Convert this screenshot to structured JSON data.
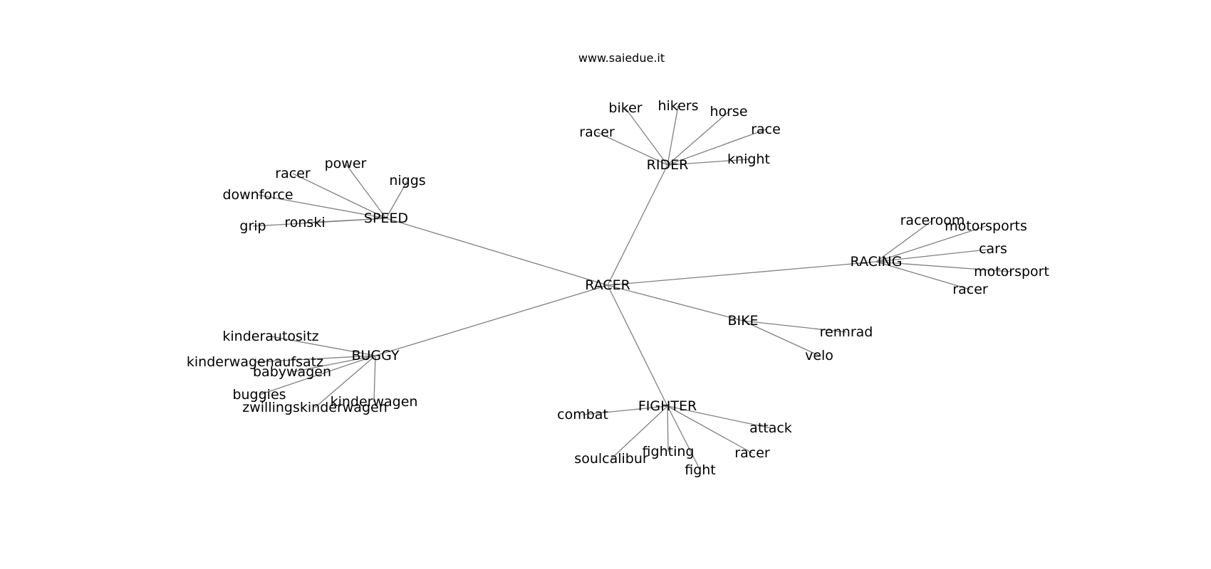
{
  "source": "www.saiedue.it",
  "colors": {
    "edge": "#808080",
    "text": "#000000",
    "background": "#ffffff"
  },
  "graph": {
    "root": "RACER",
    "clusters": [
      {
        "hub": "RIDER",
        "leaves": [
          "racer",
          "biker",
          "hikers",
          "horse",
          "race",
          "knight"
        ]
      },
      {
        "hub": "SPEED",
        "leaves": [
          "racer",
          "power",
          "niggs",
          "downforce",
          "grip",
          "ronski"
        ]
      },
      {
        "hub": "RACING",
        "leaves": [
          "raceroom",
          "motorsports",
          "cars",
          "motorsport",
          "racer"
        ]
      },
      {
        "hub": "BIKE",
        "leaves": [
          "rennrad",
          "velo"
        ]
      },
      {
        "hub": "BUGGY",
        "leaves": [
          "kinderautositz",
          "kinderwagenaufsatz",
          "babywagen",
          "buggies",
          "zwillingskinderwagen",
          "kinderwagen"
        ]
      },
      {
        "hub": "FIGHTER",
        "leaves": [
          "combat",
          "attack",
          "soulcalibur",
          "fighting",
          "fight",
          "racer"
        ]
      }
    ]
  }
}
